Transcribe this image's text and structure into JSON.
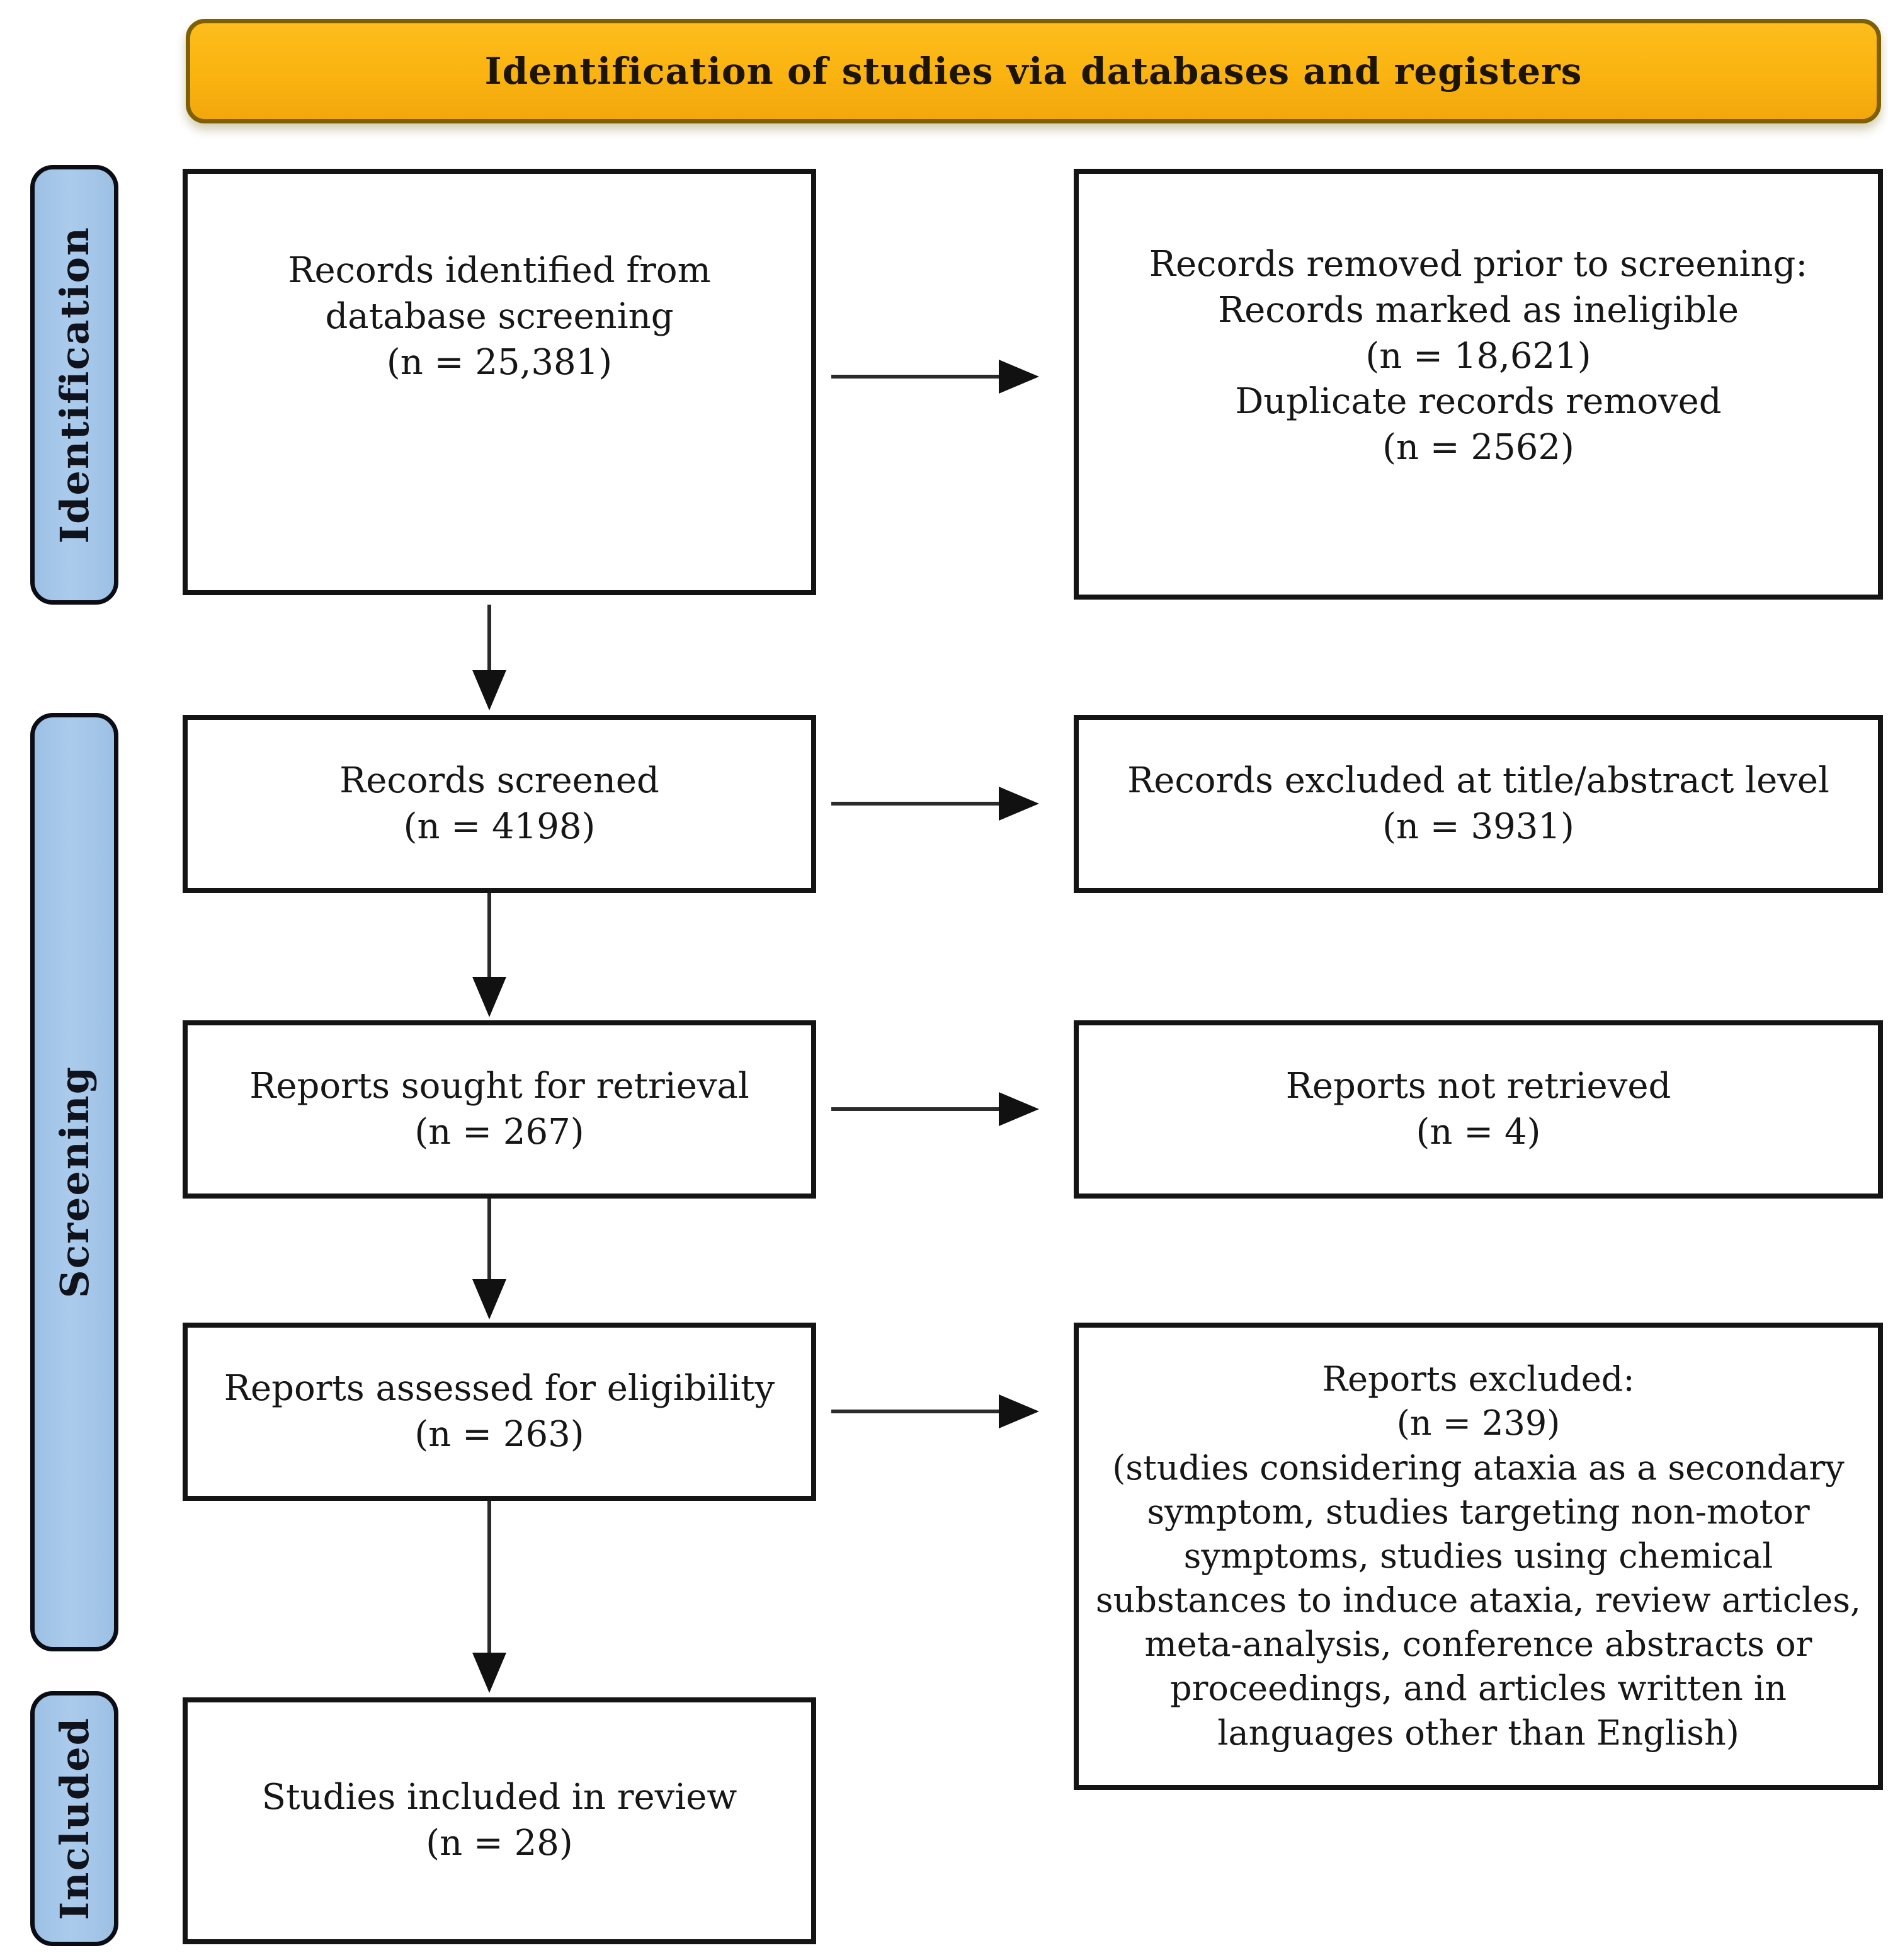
{
  "banner": {
    "title": "Identification of studies via databases and registers"
  },
  "stages": [
    {
      "label": "Identification"
    },
    {
      "label": "Screening"
    },
    {
      "label": "Included"
    }
  ],
  "flow": {
    "left": [
      {
        "id": "records-identified",
        "text": "Records identified from\ndatabase screening\n(n = 25,381)"
      },
      {
        "id": "records-screened",
        "text": "Records screened\n(n = 4198)"
      },
      {
        "id": "reports-sought",
        "text": "Reports sought for retrieval\n(n = 267)"
      },
      {
        "id": "reports-assessed",
        "text": "Reports assessed for eligibility\n(n = 263)"
      },
      {
        "id": "studies-included",
        "text": "Studies included in review\n(n = 28)"
      }
    ],
    "right": [
      {
        "id": "records-removed",
        "text": "Records removed prior to screening:\nRecords marked as ineligible\n(n = 18,621)\nDuplicate records removed\n(n = 2562)"
      },
      {
        "id": "records-excluded",
        "text": "Records excluded at title/abstract level\n(n = 3931)"
      },
      {
        "id": "reports-not-retrieved",
        "text": "Reports not retrieved\n(n = 4)"
      },
      {
        "id": "reports-excluded",
        "text": "Reports excluded:\n(n = 239)\n(studies considering ataxia as a secondary symptom, studies targeting non-motor symptoms, studies using chemical substances to induce ataxia, review articles, meta-analysis, conference abstracts or proceedings, and articles written in languages other than English)"
      }
    ]
  },
  "colors": {
    "banner_fill": "#FAB311",
    "banner_border": "#7F6000",
    "stage_fill": "#A8C8E8",
    "stage_border": "#0C0C14",
    "box_border": "#141414",
    "arrow": "#111111"
  }
}
